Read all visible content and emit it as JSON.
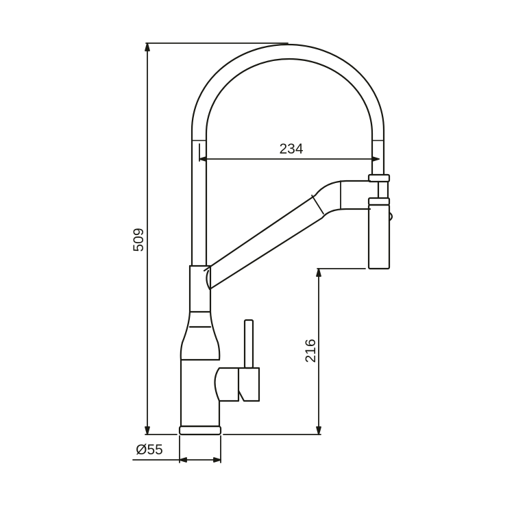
{
  "diagram": {
    "subject": "Pull-down kitchen faucet technical dimension drawing",
    "line_color": "#1a1a14",
    "background": "#ffffff",
    "dimensions": {
      "total_height": {
        "label": "509",
        "orientation": "vertical"
      },
      "spout_reach": {
        "label": "234",
        "orientation": "horizontal"
      },
      "spout_clearance": {
        "label": "216",
        "orientation": "vertical"
      },
      "base_diameter": {
        "label": "Ø55",
        "orientation": "horizontal"
      }
    },
    "parts": [
      "gooseneck-spout",
      "pull-out-arm",
      "spray-head",
      "body",
      "lever-handle",
      "base-ring"
    ]
  }
}
